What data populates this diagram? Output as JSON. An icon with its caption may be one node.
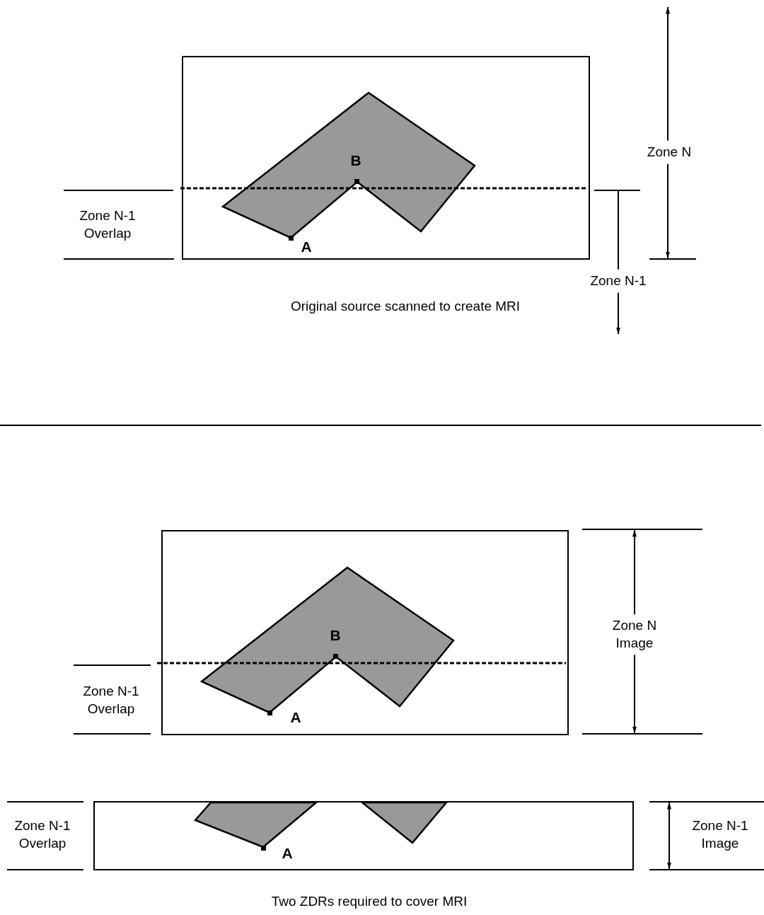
{
  "diagram": {
    "labels": [
      "Zone N",
      "B",
      "Zone N-1 Overlap",
      "A",
      "Zone N-1",
      "Original source scanned to create MRI",
      "Zone N Image",
      "B",
      "Zone N-1 Overlap",
      "A",
      "Zone N-1 Overlap",
      "Zone N-1 Image",
      "A",
      "Two ZDRs required to cover MRI"
    ]
  }
}
